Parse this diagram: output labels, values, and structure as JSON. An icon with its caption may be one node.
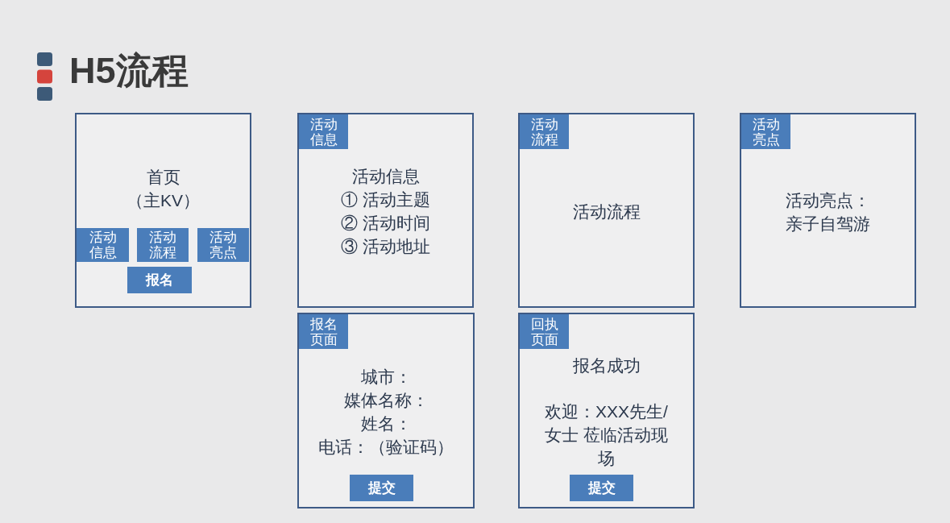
{
  "diagram": {
    "title": "H5流程",
    "nodes": [
      {
        "text": [
          "首页",
          "（主KV）"
        ]
      },
      {
        "text": [
          "活动信息"
        ],
        "in": 0
      },
      {
        "text": [
          "活动流程"
        ],
        "in": 0
      },
      {
        "text": [
          "活动亮点"
        ],
        "in": 0
      },
      {
        "text": [
          "报名"
        ],
        "in": 0
      },
      {
        "text": [
          "活动信息",
          "① 活动主题",
          "② 活动时间",
          "③ 活动地址"
        ]
      },
      {
        "text": [
          "活动信息"
        ],
        "in": 5
      },
      {
        "text": [
          "活动流程"
        ]
      },
      {
        "text": [
          "活动流程"
        ],
        "in": 7
      },
      {
        "text": [
          "活动亮点：亲子自驾游"
        ]
      },
      {
        "text": [
          "活动亮点"
        ],
        "in": 9
      },
      {
        "text": [
          "城市：",
          "媒体名称：",
          "姓名：",
          "电话：（验证码）"
        ]
      },
      {
        "text": [
          "报名页面"
        ],
        "in": 11
      },
      {
        "text": [
          "提交"
        ],
        "in": 11
      },
      {
        "text": [
          "报名成功",
          "欢迎：XXX先生/女士 莅临活动现场"
        ]
      },
      {
        "text": [
          "回执页面"
        ],
        "in": 14
      },
      {
        "text": [
          "提交"
        ],
        "in": 14
      }
    ]
  }
}
